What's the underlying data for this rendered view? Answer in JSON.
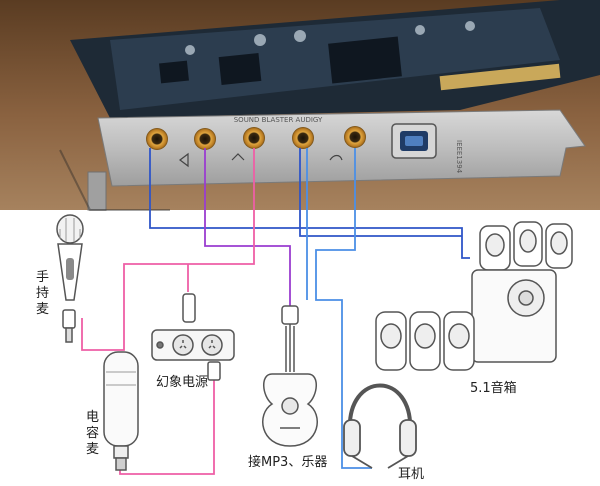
{
  "labels": {
    "handheld_mic": [
      "手",
      "持",
      "麦"
    ],
    "condenser_mic": [
      "电",
      "容",
      "麦"
    ],
    "phantom_power": "幻象电源",
    "guitar": "接MP3、乐器",
    "headphones": "耳机",
    "speakers": "5.1音箱",
    "port_text": "SOUND BLASTER AUDIGY",
    "bottom_cut_text": "……………………"
  },
  "colors": {
    "blue_cable": "#2f55c8",
    "purple_cable": "#9a3dd0",
    "pink_cable": "#ee5fa6",
    "light_blue_cable": "#4b8fe6",
    "bottom_text": "#e83a3a"
  }
}
